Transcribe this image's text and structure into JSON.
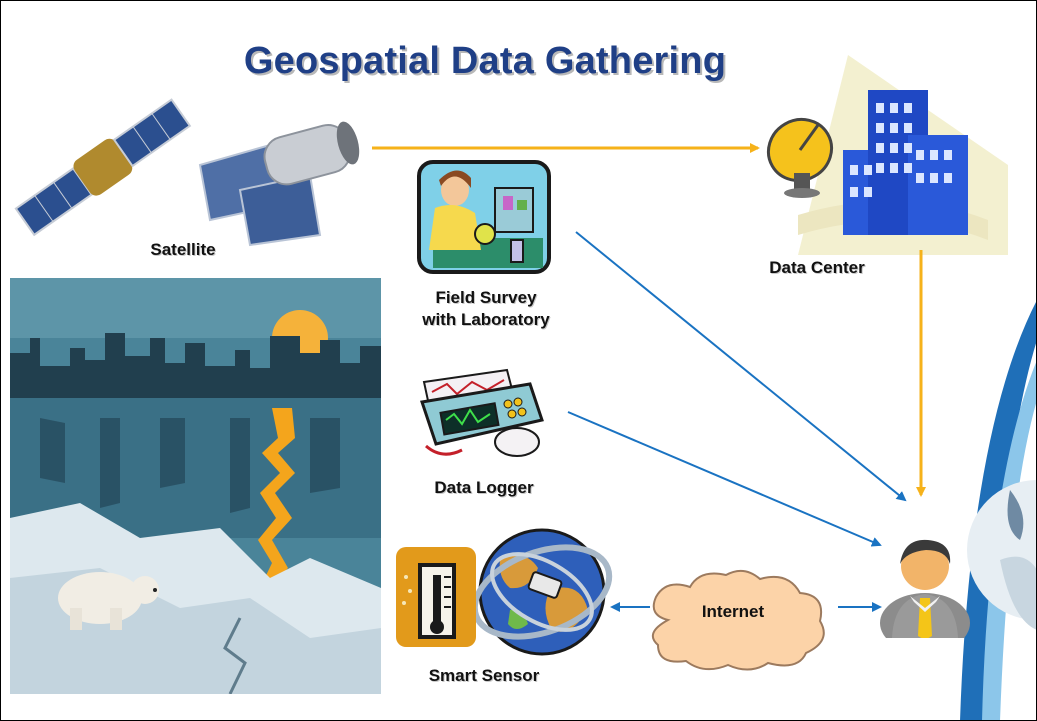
{
  "slide": {
    "title": "Geospatial Data Gathering"
  },
  "labels": {
    "satellite": "Satellite",
    "data_center": "Data Center",
    "field_survey_line1": "Field Survey",
    "field_survey_line2": "with Laboratory",
    "data_logger": "Data Logger",
    "smart_sensor": "Smart Sensor",
    "internet": "Internet"
  },
  "colors": {
    "title": "#1f3f86",
    "orange_arrow": "#f6b21a",
    "blue_arrow": "#1a73c2",
    "cloud_fill": "#fcd3a8",
    "cloud_stroke": "#9c7a5e"
  },
  "icons": [
    "satellite-icon",
    "data-center-icon",
    "scientist-icon",
    "data-logger-icon",
    "smart-sensor-icon",
    "globe-icon",
    "cloud-icon",
    "user-icon",
    "polar-scene-image"
  ]
}
